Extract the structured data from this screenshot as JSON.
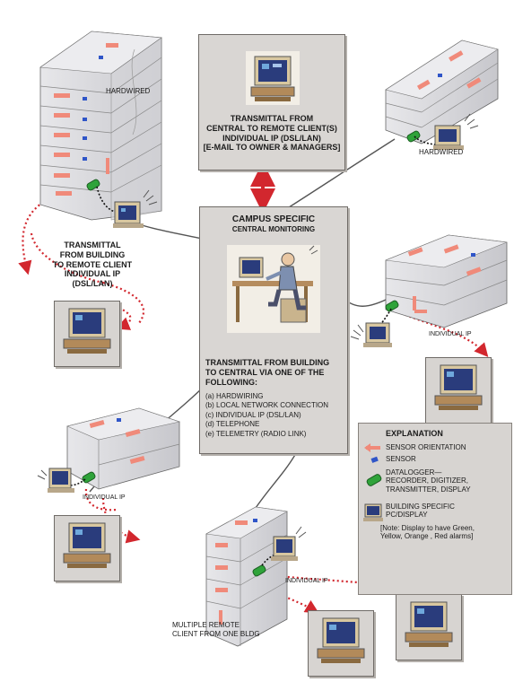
{
  "top_box": {
    "lines": [
      "TRANSMITTAL FROM",
      "CENTRAL TO REMOTE CLIENT(S)",
      "INDIVIDUAL IP (DSL/LAN)",
      "[E-MAIL TO OWNER & MANAGERS]"
    ]
  },
  "central_box": {
    "title_1": "CAMPUS SPECIFIC",
    "title_2": "CENTRAL MONITORING",
    "via_lines": [
      "TRANSMITTAL FROM BUILDING",
      "TO CENTRAL VIA ONE OF THE",
      "FOLLOWING:"
    ],
    "options": [
      "(a) HARDWIRING",
      "(b) LOCAL NETWORK CONNECTION",
      "(c) INDIVIDUAL IP (DSL/LAN)",
      "(d) TELEPHONE",
      "(e) TELEMETRY (RADIO LINK)"
    ]
  },
  "labels": {
    "hardwired_left": "HARDWIRED",
    "hardwired_right": "HARDWIRED",
    "left_transmittal": [
      "TRANSMITTAL",
      "FROM BUILDING",
      "TO REMOTE CLIENT",
      "INDIVIDUAL IP",
      "(DSL/LAN)"
    ],
    "individual_ip_right": "INDIVIDUAL IP",
    "individual_ip_left": "INDIVIDUAL IP",
    "individual_ip_bottom": "INDIVIDUAL IP",
    "multiple_remote": [
      "MULTIPLE REMOTE",
      "CLIENT FROM ONE BLDG"
    ]
  },
  "legend": {
    "title": "EXPLANATION",
    "sensor_orientation": "SENSOR ORIENTATION",
    "sensor": "SENSOR",
    "datalogger": [
      "DATALOGGER—",
      "RECORDER, DIGITIZER,",
      "TRANSMITTER, DISPLAY"
    ],
    "building_pc": [
      "BUILDING SPECIFIC",
      "PC/DISPLAY"
    ],
    "note": [
      "[Note: Display to have Green,",
      "Yellow, Orange , Red alarms]"
    ]
  },
  "colors": {
    "arrow_red": "#d2272e",
    "sensor_orientation": "#f08a7a",
    "sensor_blue": "#2f55c8",
    "datalogger_green": "#2fa33a",
    "box_gray": "#d9d6d3",
    "building_gray": "#cfcfd3"
  },
  "icons": [
    "building-icon",
    "computer-icon",
    "datalogger-icon",
    "sensor-arrow-icon",
    "sensor-dot-icon",
    "antenna-icon",
    "technician-workstation-icon"
  ]
}
